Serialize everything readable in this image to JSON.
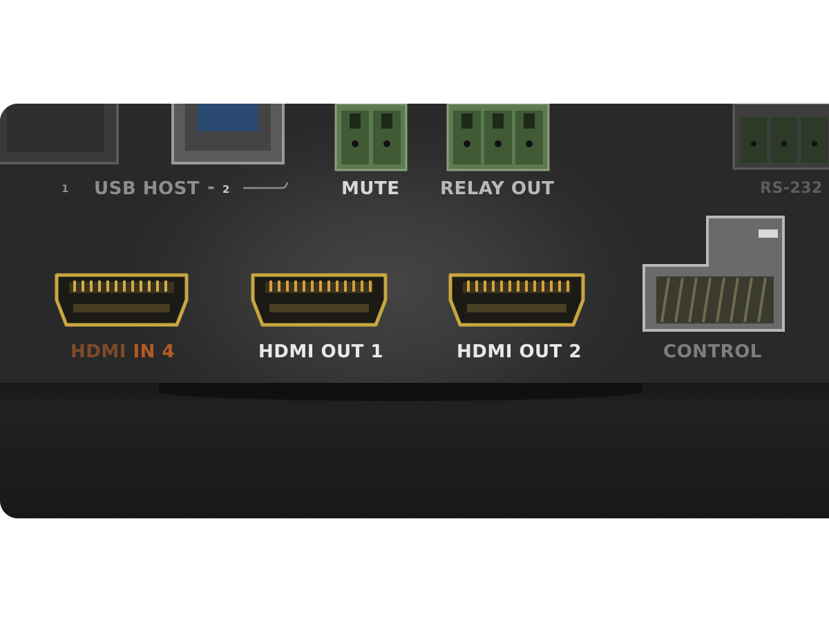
{
  "top_labels": {
    "usb_1": "1",
    "usb_host": "USB HOST",
    "usb_2": "2",
    "mute": "MUTE",
    "relay_out": "RELAY OUT",
    "rs232": "RS-232"
  },
  "bottom_labels": {
    "hdmi_in_prefix": "HDMI",
    "hdmi_in_suffix": "IN 4",
    "hdmi_out_1": "HDMI OUT 1",
    "hdmi_out_2": "HDMI OUT 2",
    "control": "CONTROL"
  },
  "colors": {
    "panel": "#2b2b2b",
    "hdmi_gold": "#c8a640",
    "terminal_green": "#3f5a35",
    "usb_blue": "#2b4a72",
    "hdmi_in_label": "#b45a22"
  }
}
